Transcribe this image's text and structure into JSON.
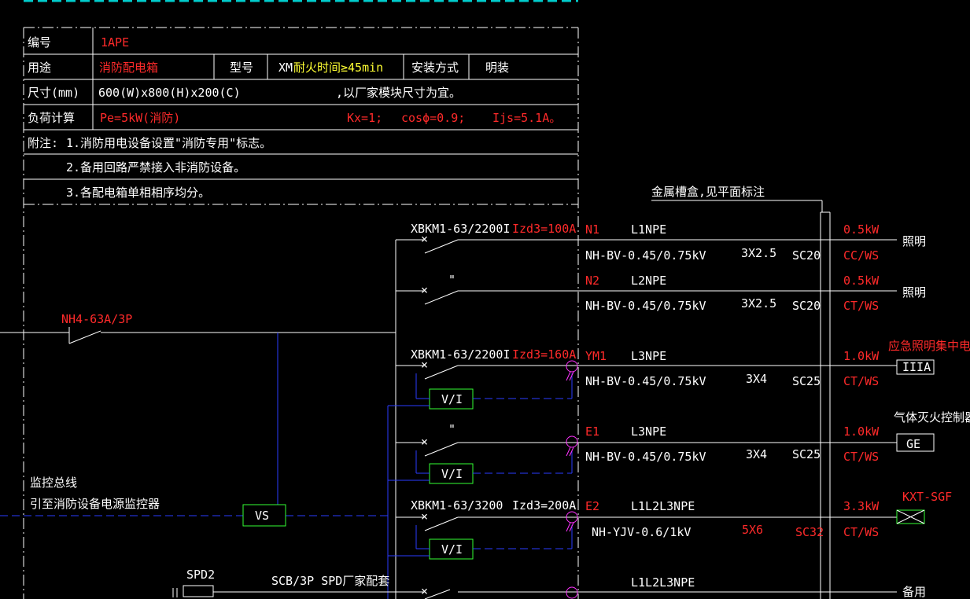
{
  "table": {
    "r1": {
      "label": "编号",
      "value": "1APE"
    },
    "r2": {
      "label": "用途",
      "value": "消防配电箱",
      "model_label": "型号",
      "model_prefix": "XM",
      "model_value": "耐火时间≥45min",
      "install_label": "安装方式",
      "install_value": "明装"
    },
    "r3": {
      "label": "尺寸(mm)",
      "value": "600(W)x800(H)x200(C)",
      "note": ",以厂家模块尺寸为宜。"
    },
    "r4": {
      "label": "负荷计算",
      "pe": "Pe=5kW(消防)",
      "kx": "Kx=1;",
      "cos": "cosϕ=0.9;",
      "ijs": "Ijs=5.1A。"
    },
    "notes": {
      "label": "附注:",
      "n1": "1.消防用电设备设置\"消防专用\"标志。",
      "n2": "2.备用回路严禁接入非消防设备。",
      "n3": "3.各配电箱单相相序均分。"
    }
  },
  "tray_label": "金属槽盒,见平面标注",
  "main_breaker": "NH4-63A/3P",
  "monitor": {
    "line1": "监控总线",
    "line2": "引至消防设备电源监控器",
    "vs_label": "VS"
  },
  "spd": {
    "label": "SPD2",
    "scb": "SCB/3P SPD厂家配套"
  },
  "circuits": [
    {
      "breaker": "XBKM1-63/2200I",
      "izd": "Izd3=100A",
      "id": "N1",
      "phase": "L1NPE",
      "cable": "NH-BV-0.45/0.75kV",
      "cores": "3X2.5",
      "conduit": "SC20",
      "power": "0.5kW",
      "lay": "CC/WS",
      "dest": "照明"
    },
    {
      "breaker": "\"",
      "izd": "",
      "id": "N2",
      "phase": "L2NPE",
      "cable": "NH-BV-0.45/0.75kV",
      "cores": "3X2.5",
      "conduit": "SC20",
      "power": "0.5kW",
      "lay": "CT/WS",
      "dest": "照明"
    },
    {
      "breaker": "XBKM1-63/2200I",
      "izd": "Izd3=160A",
      "id": "YM1",
      "phase": "L3NPE",
      "cable": "NH-BV-0.45/0.75kV",
      "cores": "3X4",
      "conduit": "SC25",
      "power": "1.0kW",
      "lay": "CT/WS",
      "dest": "应急照明集中电源",
      "box": "IIIA",
      "vi": "V/I"
    },
    {
      "breaker": "\"",
      "izd": "",
      "id": "E1",
      "phase": "L3NPE",
      "cable": "NH-BV-0.45/0.75kV",
      "cores": "3X4",
      "conduit": "SC25",
      "power": "1.0kW",
      "lay": "CT/WS",
      "dest": "气体灭火控制器",
      "box": "GE",
      "vi": "V/I"
    },
    {
      "breaker": "XBKM1-63/3200",
      "izd": "Izd3=200A",
      "id": "E2",
      "phase": "L1L2L3NPE",
      "cable": "NH-YJV-0.6/1kV",
      "cores": "5X6",
      "conduit": "SC32",
      "power": "3.3kW",
      "lay": "CT/WS",
      "dest": "KXT-SGF",
      "vi": "V/I"
    },
    {
      "phase": "L1L2L3NPE",
      "dest": "备用"
    }
  ],
  "colors": {
    "background": "#000000",
    "line": "#ffffff",
    "red_text": "#ff2a2a",
    "yellow_text": "#ffff33",
    "bus": "#2a3cff",
    "module": "#33ff33",
    "monitor_link": "#ff33ff",
    "header_bar": "#00cccc"
  }
}
